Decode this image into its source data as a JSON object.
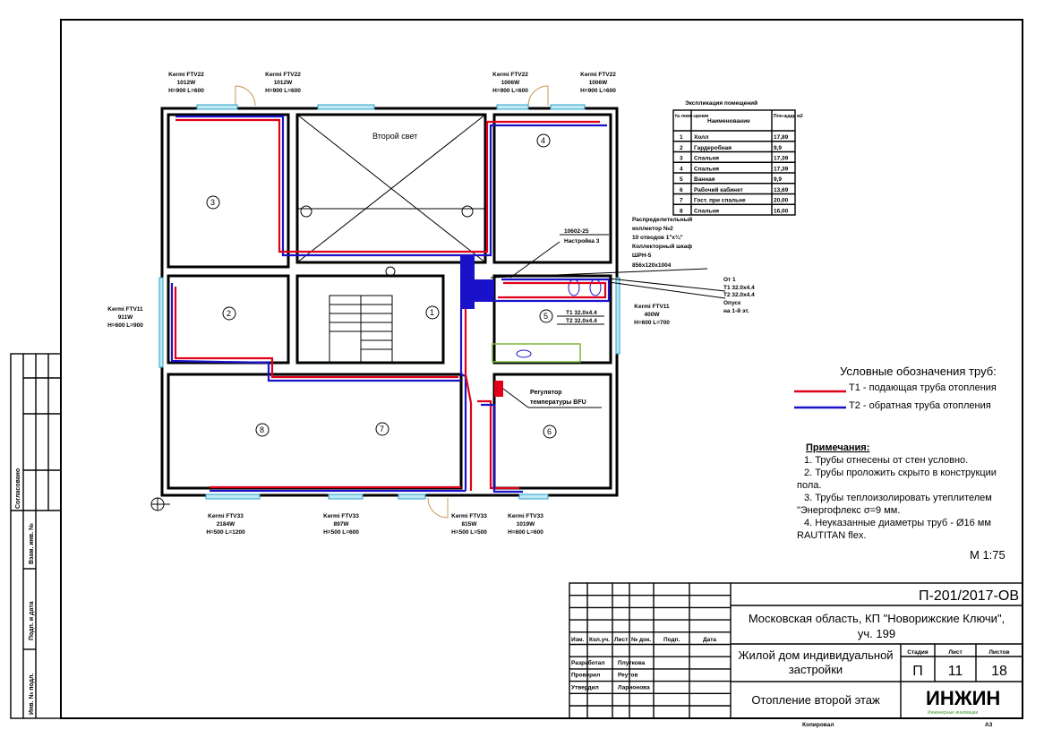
{
  "colors": {
    "supply": "#e0001a",
    "return": "#1a12c8",
    "radiator": "#bfe8f3",
    "sink_outline": "#7ab83c",
    "logo_green": "#3a9a2a"
  },
  "rooms": {
    "second_light": "Второй свет",
    "numbers": [
      "1",
      "2",
      "3",
      "4",
      "5",
      "6",
      "7",
      "8"
    ]
  },
  "radiators_top": [
    {
      "model": "Kermi FTV22",
      "power": "1012W",
      "size": "H=900 L=600"
    },
    {
      "model": "Kermi FTV22",
      "power": "1012W",
      "size": "H=900 L=600"
    },
    {
      "model": "Kermi FTV22",
      "power": "1006W",
      "size": "H=900 L=600"
    },
    {
      "model": "Kermi FTV22",
      "power": "1006W",
      "size": "H=900 L=600"
    }
  ],
  "radiators_bottom": [
    {
      "model": "Kermi FTV33",
      "power": "2184W",
      "size": "H=500 L=1200"
    },
    {
      "model": "Kermi FTV33",
      "power": "897W",
      "size": "H=500 L=600"
    },
    {
      "model": "Kermi FTV33",
      "power": "815W",
      "size": "H=500 L=500"
    },
    {
      "model": "Kermi FTV33",
      "power": "1019W",
      "size": "H=600 L=600"
    }
  ],
  "radiator_left": {
    "model": "Kermi FTV11",
    "power": "911W",
    "size": "H=600 L=900"
  },
  "radiator_right": {
    "model": "Kermi FTV11",
    "power": "400W",
    "size": "H=600 L=700"
  },
  "annotations": {
    "valve": "10602-25",
    "setting": "Настройка 3",
    "collector": [
      "Распределительный",
      "коллектор №2",
      "10 отводов 1\"х¾\"",
      "Коллекторный шкаф",
      "ШРН-5",
      "856х120х1004"
    ],
    "riser": [
      "От 1",
      "T1 32.0х4.4",
      "T2 32.0х4.4",
      "Опуск",
      "на 1-й эт."
    ],
    "pipes_room5": [
      "T1 32.0х4.4",
      "T2 32.0х4.4"
    ],
    "regulator": [
      "Регулятор",
      "температуры BFU"
    ]
  },
  "explication": {
    "title": "Экспликация помещений",
    "headers": [
      "№ поме-щения",
      "Наименование",
      "Пло-щадь м2"
    ],
    "rows": [
      [
        "1",
        "Холл",
        "17,89"
      ],
      [
        "2",
        "Гардеробная",
        "9,9"
      ],
      [
        "3",
        "Спальня",
        "17,39"
      ],
      [
        "4",
        "Спальня",
        "17,39"
      ],
      [
        "5",
        "Ванная",
        "9,9"
      ],
      [
        "6",
        "Рабочий кабинет",
        "13,69"
      ],
      [
        "7",
        "Гост. при спальне",
        "20,00"
      ],
      [
        "8",
        "Спальня",
        "16,00"
      ]
    ]
  },
  "legend": {
    "title": "Условные обозначения труб:",
    "items": [
      {
        "label": "T1 - подающая труба отопления",
        "color": "#e0001a"
      },
      {
        "label": "T2 - обратная труба отопления",
        "color": "#1a12c8"
      }
    ]
  },
  "notes": {
    "title": "Примечания:",
    "lines": [
      "1. Трубы отнесены от стен условно.",
      "2. Трубы проложить скрыто в конструкции",
      "пола.",
      "3. Трубы теплоизолировать утеплителем",
      "\"Энергофлекс σ=9 мм.",
      "4. Неуказанные диаметры труб - Ø16 мм",
      "RAUTITAN flex."
    ]
  },
  "scale": "М 1:75",
  "title_block": {
    "code": "П-201/2017-ОВ",
    "location_1": "Московская область, КП \"Новорижские Ключи\",",
    "location_2": "уч. 199",
    "building_1": "Жилой дом индивидуальной",
    "building_2": "застройки",
    "sheet_title": "Отопление второй этаж",
    "col_headers": [
      "Изм.",
      "Кол.уч.",
      "Лист",
      "№ док.",
      "Подп.",
      "Дата"
    ],
    "stage_label": "Стадия",
    "sheet_label": "Лист",
    "sheets_label": "Листов",
    "stage": "П",
    "sheet": "11",
    "sheets": "18",
    "roles": [
      [
        "Разработал",
        "Плуткова"
      ],
      [
        "Проверил",
        "Реутов"
      ],
      [
        "Утвердил",
        "Ларионова"
      ]
    ],
    "logo": "ИНЖИН",
    "logo_sub": "Инженерные инновации",
    "copied": "Копировал",
    "format": "А3"
  },
  "side_stamp": {
    "agreed": "Согласовано",
    "labels": [
      "Взам. инв. №",
      "Подп. и дата",
      "Инв. № подл."
    ]
  }
}
